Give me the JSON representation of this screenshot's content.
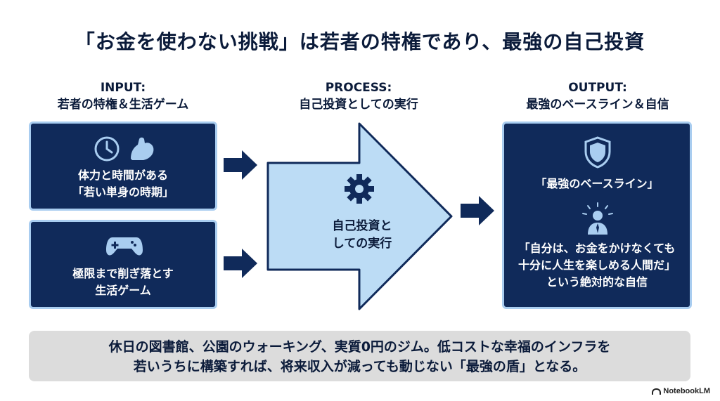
{
  "title": "「お金を使わない挑戦」は若者の特権であり、最強の自己投資",
  "input": {
    "heading": "INPUT:",
    "subheading": "若者の特権＆生活ゲーム",
    "box1": {
      "line1": "体力と時間がある",
      "line2": "「若い単身の時期」"
    },
    "box2": {
      "line1": "極限まで削ぎ落とす",
      "line2": "生活ゲーム"
    }
  },
  "process": {
    "heading": "PROCESS:",
    "subheading": "自己投資としての実行",
    "arrow_line1": "自己投資と",
    "arrow_line2": "しての実行"
  },
  "output": {
    "heading": "OUTPUT:",
    "subheading": "最強のベースライン＆自信",
    "label1": "「最強のベースライン」",
    "quote_line1": "「自分は、お金をかけなくても",
    "quote_line2": "十分に人生を楽しめる人間だ」",
    "quote_line3": "という絶対的な自信"
  },
  "footer": {
    "line1": "休日の図書館、公園のウォーキング、実質0円のジム。低コストな幸福のインフラを",
    "line2": "若いうちに構築すれば、将来収入が減っても動じない「最強の盾」となる。"
  },
  "brand": "NotebookLM",
  "icons": [
    "clock-icon",
    "muscle-icon",
    "gamepad-icon",
    "gear-icon",
    "shield-icon",
    "person-icon"
  ],
  "colors": {
    "dark_navy": "#102a5a",
    "light_blue": "#a9cdf0",
    "process_fill": "#bcdcf5",
    "text": "#0b1b3a"
  }
}
